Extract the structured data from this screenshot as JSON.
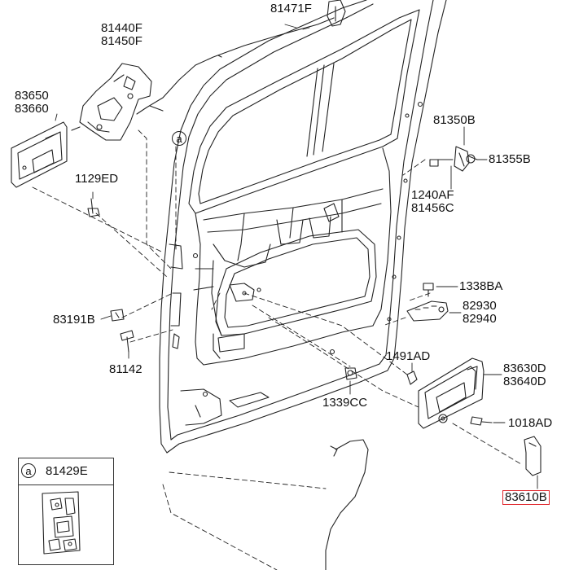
{
  "labels": {
    "p81471F": "81471F",
    "p81440F": "81440F",
    "p81450F": "81450F",
    "p83650": "83650",
    "p83660": "83660",
    "p1129ED": "1129ED",
    "p81350B": "81350B",
    "p81355B": "81355B",
    "p1240AF": "1240AF",
    "p81456C": "81456C",
    "p1338BA": "1338BA",
    "p82930": "82930",
    "p82940": "82940",
    "p83191B": "83191B",
    "p81142": "81142",
    "p1491AD": "1491AD",
    "p83630D": "83630D",
    "p83640D": "83640D",
    "p1339CC": "1339CC",
    "p1018AD": "1018AD",
    "p83610B": "83610B"
  },
  "callout": {
    "marker": "a",
    "inset_part": "81429E"
  },
  "colors": {
    "line": "#222222",
    "highlight": "#e0252b",
    "background": "#ffffff"
  }
}
